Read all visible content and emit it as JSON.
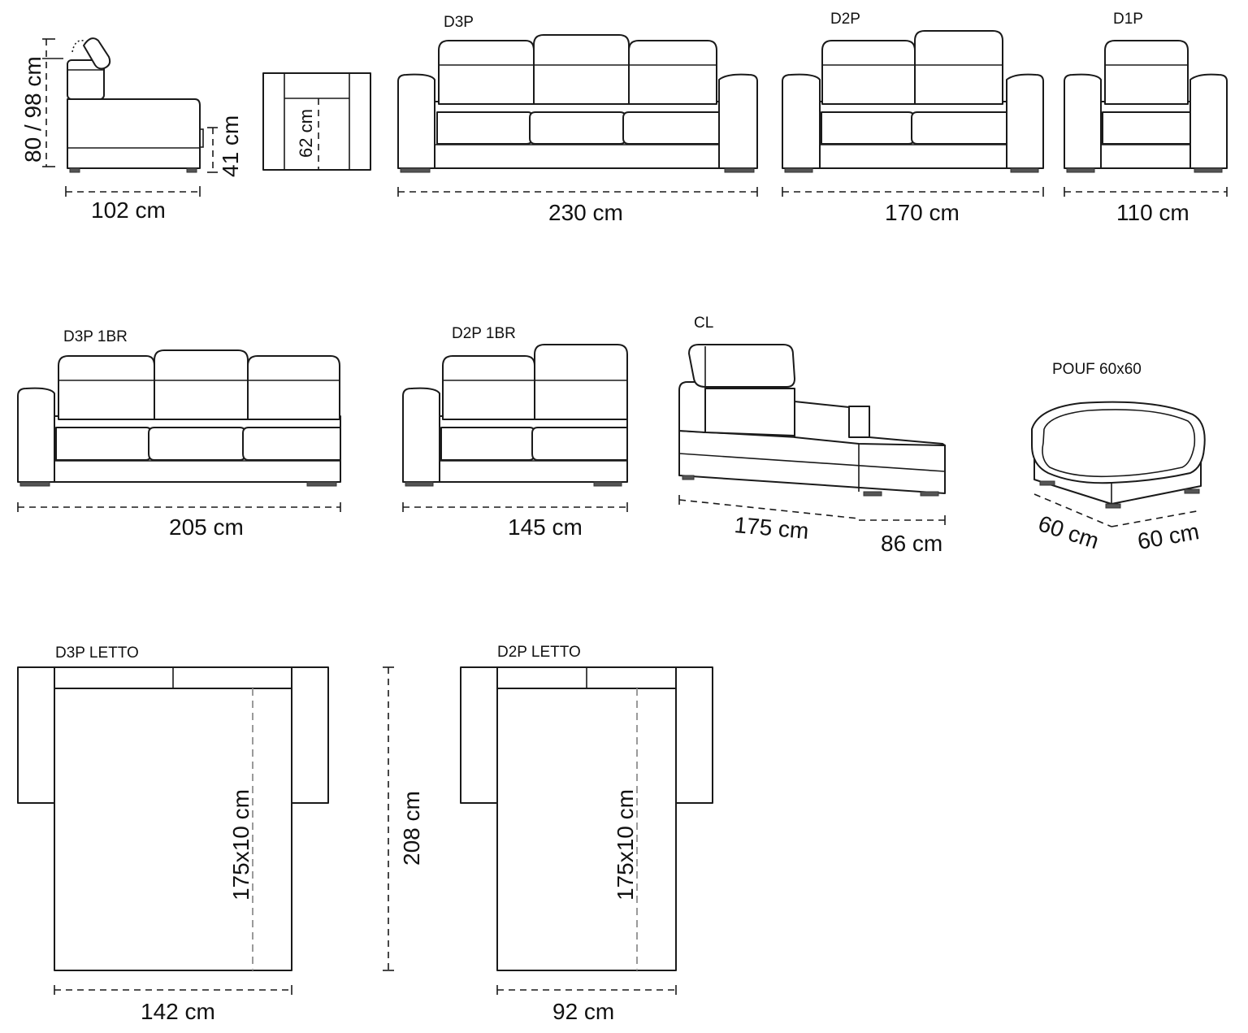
{
  "labels": {
    "d3p": "D3P",
    "d2p": "D2P",
    "d1p": "D1P",
    "d3p_1br": "D3P 1BR",
    "d2p_1br": "D2P 1BR",
    "cl": "CL",
    "pouf": "POUF 60x60",
    "d3p_letto": "D3P LETTO",
    "d2p_letto": "D2P LETTO"
  },
  "dimensions": {
    "side_height": "80 / 98 cm",
    "side_seat_height": "41 cm",
    "side_depth": "102 cm",
    "seat_depth": "62 cm",
    "d3p_width": "230 cm",
    "d2p_width": "170 cm",
    "d1p_width": "110 cm",
    "d3p_1br_width": "205 cm",
    "d2p_1br_width": "145 cm",
    "cl_length": "175 cm",
    "cl_width": "86 cm",
    "pouf_depth": "60 cm",
    "pouf_width": "60 cm",
    "bed_length": "208 cm",
    "d3p_mattress": "175x10 cm",
    "d2p_mattress": "175x10 cm",
    "d3p_letto_width": "142 cm",
    "d2p_letto_width": "92 cm"
  }
}
